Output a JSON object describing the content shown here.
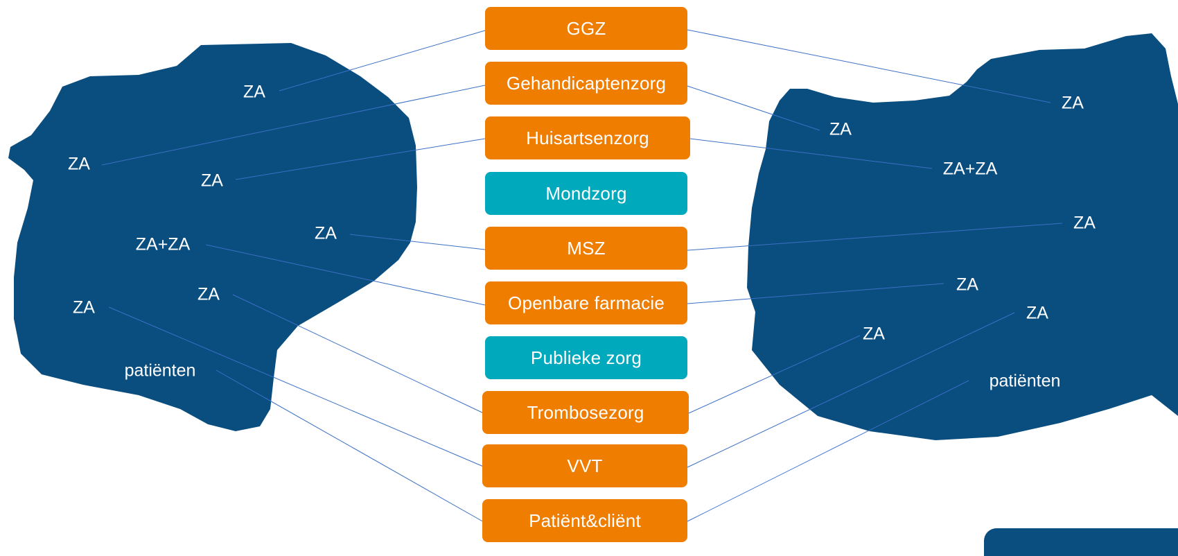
{
  "categories": {
    "ggz": "GGZ",
    "gehandicaptenzorg": "Gehandicaptenzorg",
    "huisartsenzorg": "Huisartsenzorg",
    "mondzorg": "Mondzorg",
    "msz": "MSZ",
    "openbare_farmacie": "Openbare farmacie",
    "publieke_zorg": "Publieke zorg",
    "trombosezorg": "Trombosezorg",
    "vvt": "VVT",
    "patient_client": "Patiënt&cliënt"
  },
  "left_region": {
    "za_1": "ZA",
    "za_2": "ZA",
    "za_3": "ZA",
    "za_4": "ZA",
    "za_plus_za": "ZA+ZA",
    "za_5": "ZA",
    "za_6": "ZA",
    "patienten": "patiënten"
  },
  "right_region": {
    "za_1": "ZA",
    "za_2": "ZA",
    "za_plus_za": "ZA+ZA",
    "za_3": "ZA",
    "za_4": "ZA",
    "za_5": "ZA",
    "za_6": "ZA",
    "patienten": "patiënten"
  },
  "colors": {
    "region": "#0a4e80",
    "box_orange": "#ee7d00",
    "box_teal": "#00a9bc",
    "connector": "#3b6fc4"
  }
}
